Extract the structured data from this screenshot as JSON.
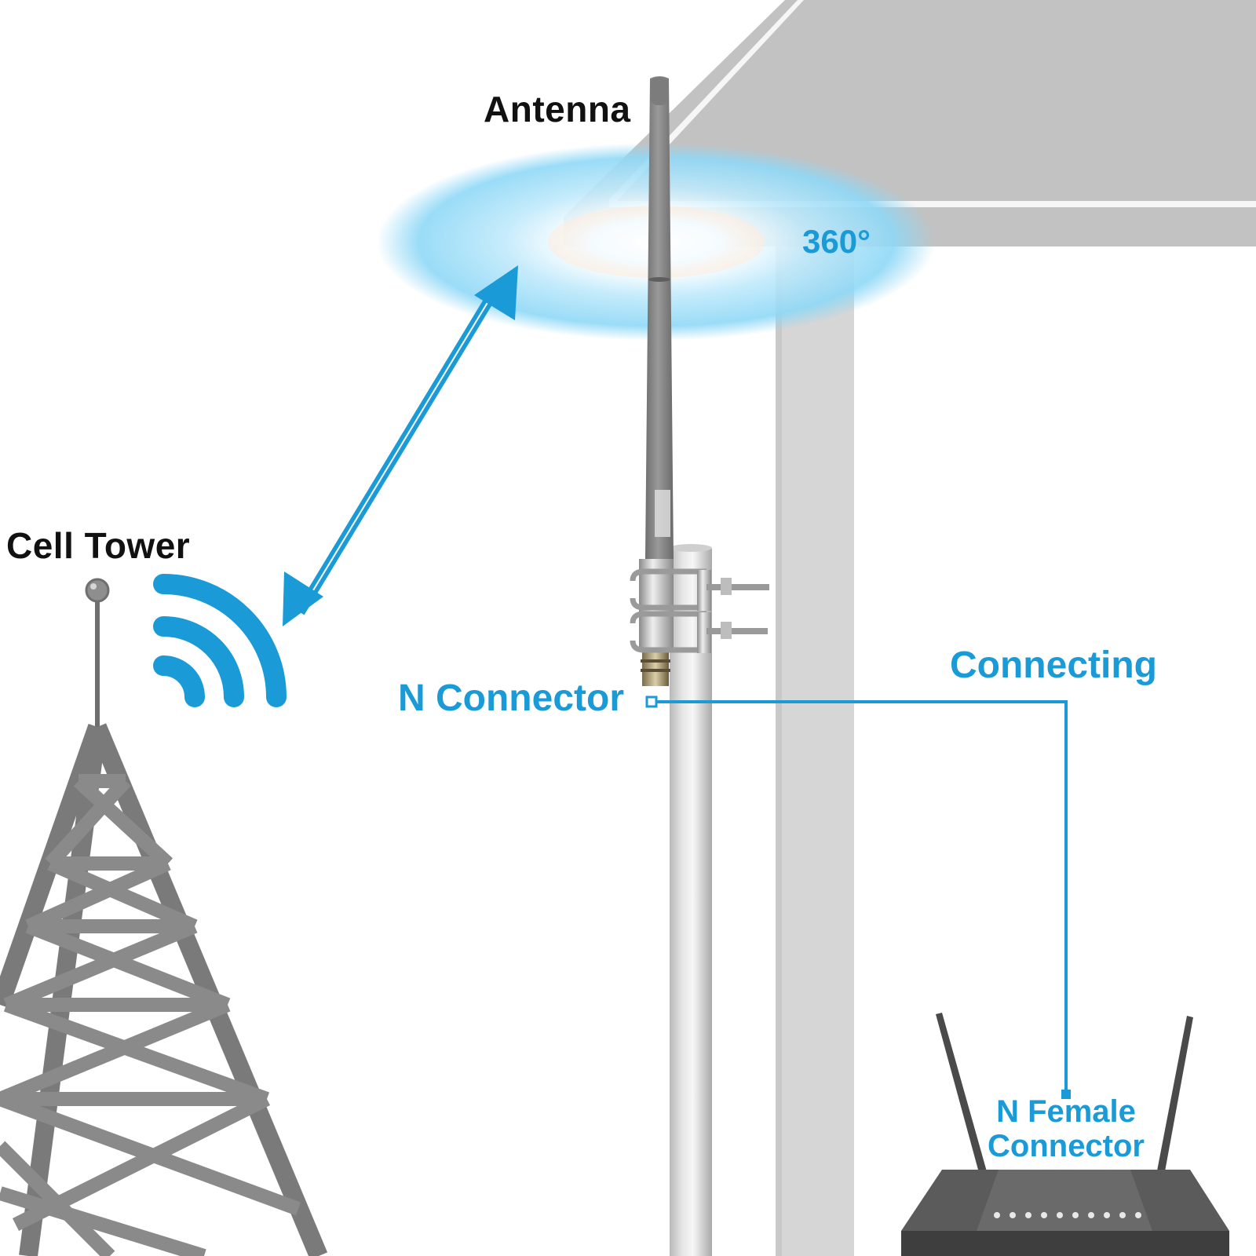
{
  "labels": {
    "antenna": "Antenna",
    "cell_tower": "Cell Tower",
    "coverage": "360°",
    "n_connector": "N Connector",
    "connecting": "Connecting",
    "n_female_connector": "N Female Connector"
  },
  "colors": {
    "accent_blue": "#1a9bd7",
    "label_dark": "#111111",
    "tower_gray": "#7a7a7a",
    "wall_gray": "#c4c4c4",
    "router_body": "#555555"
  },
  "icons": [
    "signal-waves-icon",
    "double-arrow-icon",
    "cell-tower-icon",
    "router-icon"
  ]
}
